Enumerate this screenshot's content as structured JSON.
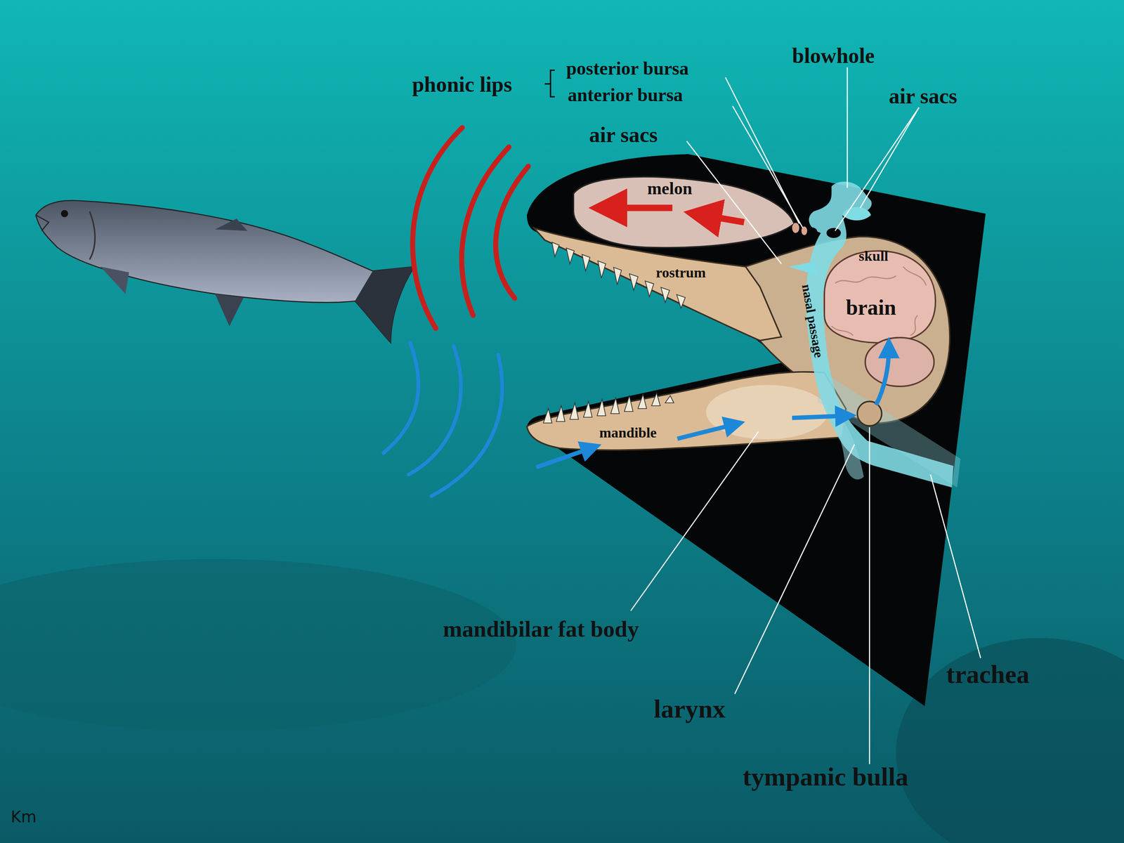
{
  "diagram": {
    "labels": [
      "phonic lips",
      "posterior bursa",
      "anterior bursa",
      "blowhole",
      "air sacs",
      "air sacs",
      "melon",
      "skull",
      "rostrum",
      "nasal passage",
      "brain",
      "mandible",
      "mandibilar fat body",
      "trachea",
      "larynx",
      "tympanic bulla",
      "Km"
    ]
  }
}
